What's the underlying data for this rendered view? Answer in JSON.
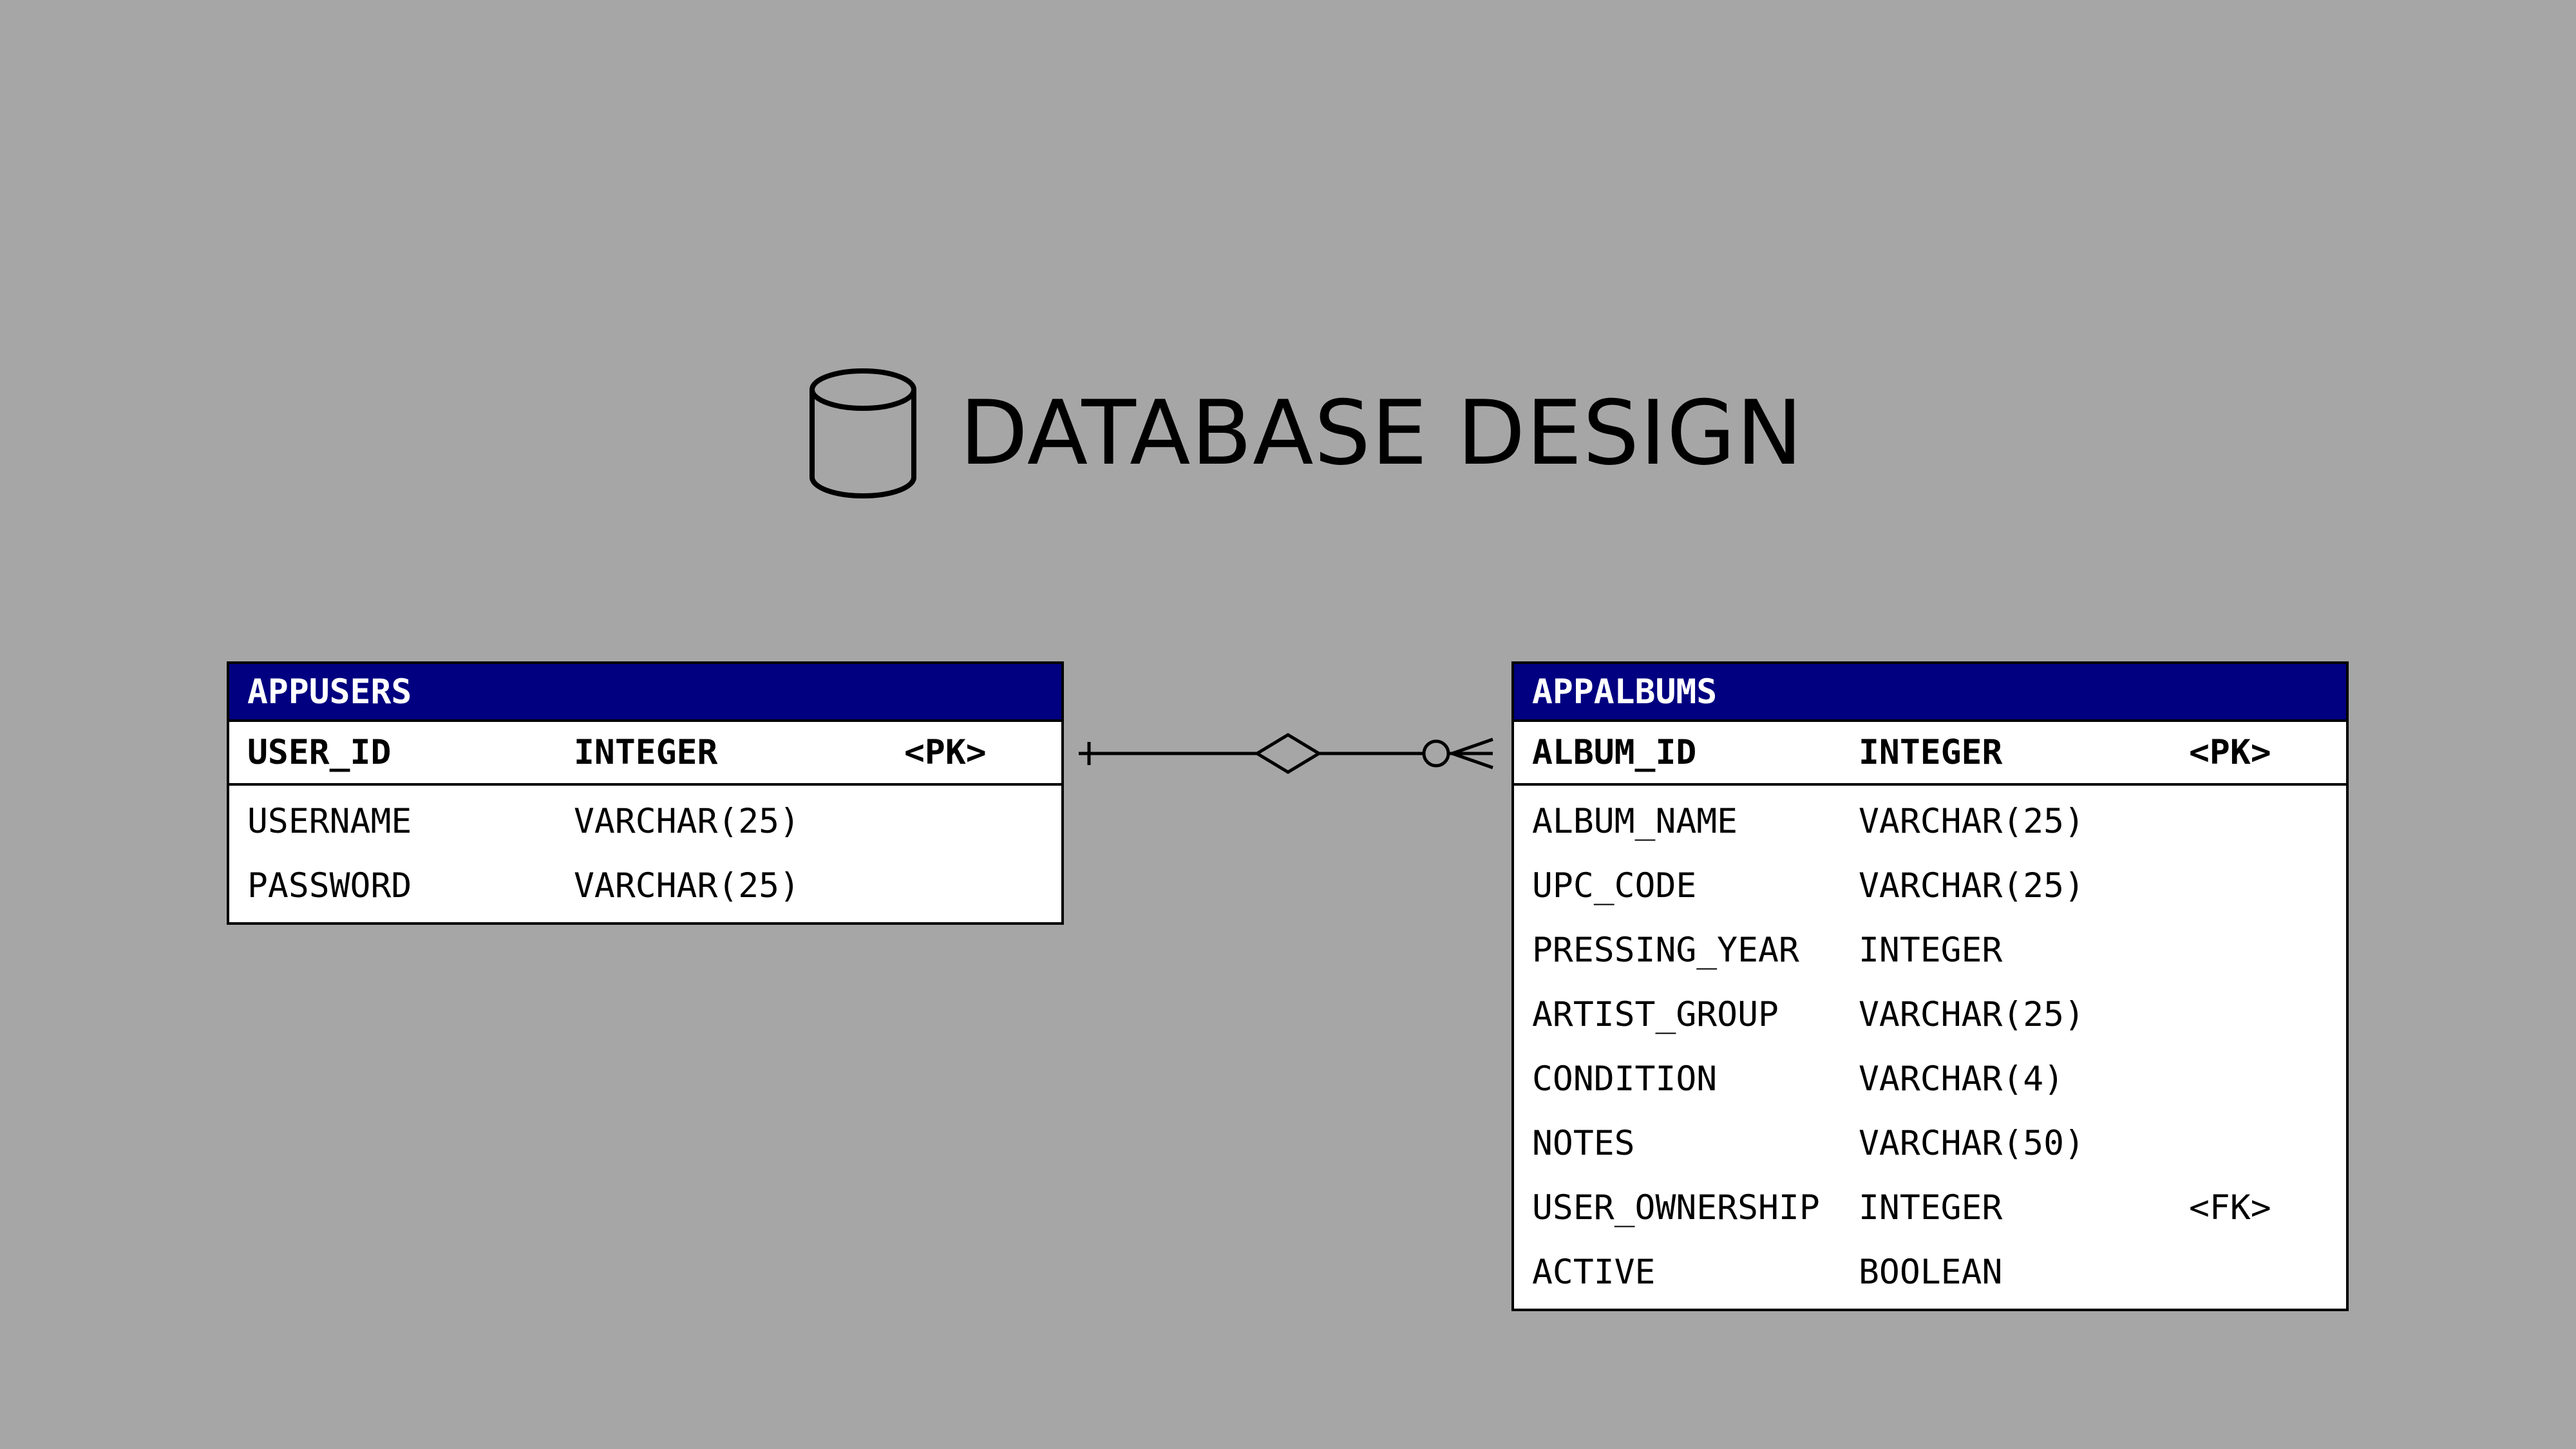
{
  "title": "DATABASE DESIGN",
  "icon": "database-icon",
  "colors": {
    "background": "#a6a6a6",
    "header_fill": "#000080",
    "header_text": "#ffffff"
  },
  "entities": [
    {
      "name": "APPUSERS",
      "primary_key": {
        "name": "USER_ID",
        "type": "INTEGER",
        "key": "<PK>"
      },
      "attributes": [
        {
          "name": "USERNAME",
          "type": "VARCHAR(25)",
          "key": ""
        },
        {
          "name": "PASSWORD",
          "type": "VARCHAR(25)",
          "key": ""
        }
      ]
    },
    {
      "name": "APPALBUMS",
      "primary_key": {
        "name": "ALBUM_ID",
        "type": "INTEGER",
        "key": "<PK>"
      },
      "attributes": [
        {
          "name": "ALBUM_NAME",
          "type": "VARCHAR(25)",
          "key": ""
        },
        {
          "name": "UPC_CODE",
          "type": "VARCHAR(25)",
          "key": ""
        },
        {
          "name": "PRESSING_YEAR",
          "type": "INTEGER",
          "key": ""
        },
        {
          "name": "ARTIST_GROUP",
          "type": "VARCHAR(25)",
          "key": ""
        },
        {
          "name": "CONDITION",
          "type": "VARCHAR(4)",
          "key": ""
        },
        {
          "name": "NOTES",
          "type": "VARCHAR(50)",
          "key": ""
        },
        {
          "name": "USER_OWNERSHIP",
          "type": "INTEGER",
          "key": "<FK>"
        },
        {
          "name": "ACTIVE",
          "type": "BOOLEAN",
          "key": ""
        }
      ]
    }
  ],
  "relationship": {
    "from_entity": "APPUSERS",
    "to_entity": "APPALBUMS",
    "from_cardinality": "exactly-one",
    "to_cardinality": "zero-or-many",
    "symbol": "diamond"
  }
}
